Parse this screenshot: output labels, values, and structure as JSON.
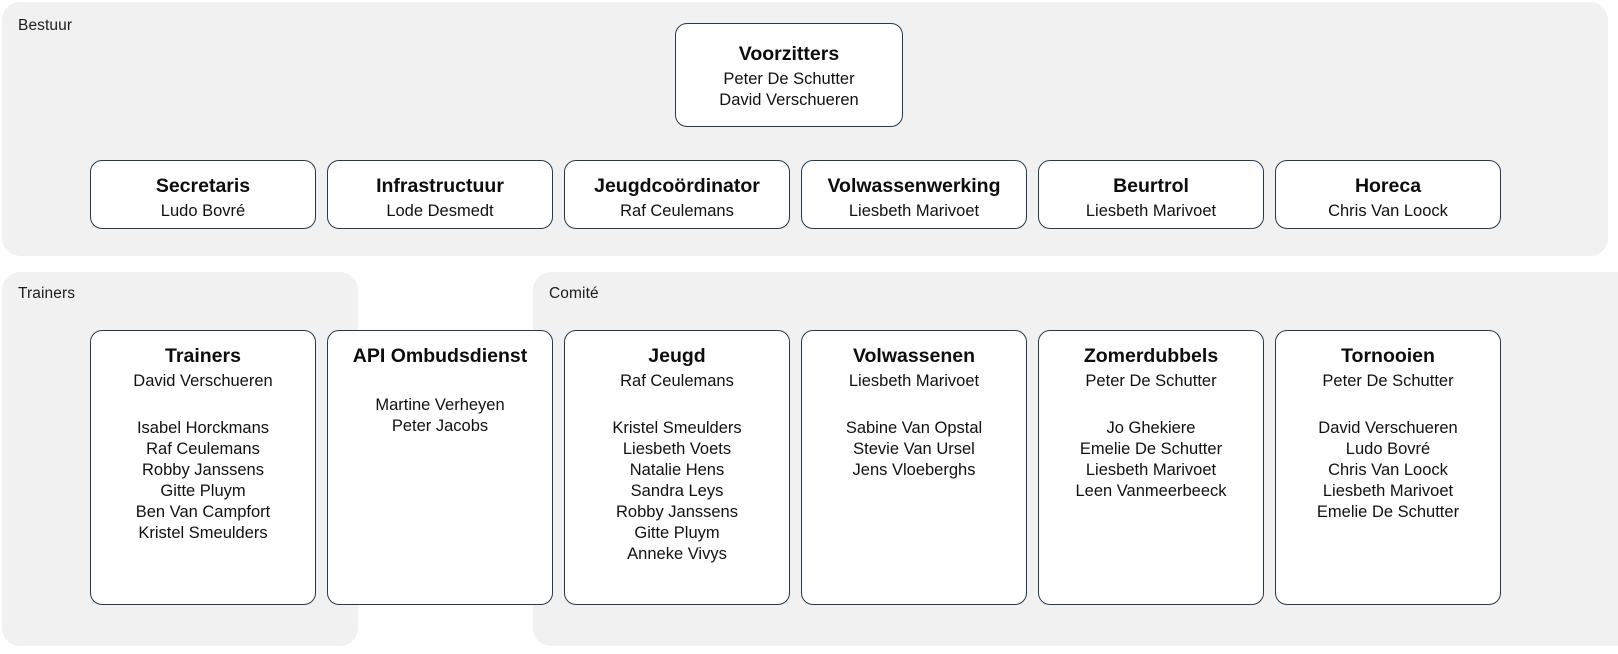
{
  "groups": {
    "bestuur": {
      "label": "Bestuur"
    },
    "trainers": {
      "label": "Trainers"
    },
    "comite": {
      "label": "Comité"
    }
  },
  "colors": {
    "panel_background": "#f1f1f1",
    "card_background": "#ffffff",
    "card_border": "#223b52",
    "text": "#111111",
    "page_background": "#ffffff"
  },
  "cards": {
    "voorzitters": {
      "title": "Voorzitters",
      "lead": "Peter De Schutter",
      "members": [
        "David Verschueren"
      ]
    },
    "secretaris": {
      "title": "Secretaris",
      "lead": "Ludo Bovré",
      "members": []
    },
    "infrastructuur": {
      "title": "Infrastructuur",
      "lead": "Lode Desmedt",
      "members": []
    },
    "jeugdcoordinator": {
      "title": "Jeugdcoördinator",
      "lead": "Raf Ceulemans",
      "members": []
    },
    "volwassenwerking": {
      "title": "Volwassenwerking",
      "lead": "Liesbeth Marivoet",
      "members": []
    },
    "beurtrol": {
      "title": "Beurtrol",
      "lead": "Liesbeth Marivoet",
      "members": []
    },
    "horeca": {
      "title": "Horeca",
      "lead": "Chris Van Loock",
      "members": []
    },
    "trainers": {
      "title": "Trainers",
      "lead": "David Verschueren",
      "members": [
        "Isabel Horckmans",
        "Raf Ceulemans",
        "Robby Janssens",
        "Gitte Pluym",
        "Ben Van Campfort",
        "Kristel Smeulders"
      ]
    },
    "api": {
      "title": "API Ombudsdienst",
      "lead": "",
      "members": [
        "Martine Verheyen",
        "Peter Jacobs"
      ]
    },
    "jeugd": {
      "title": "Jeugd",
      "lead": "Raf Ceulemans",
      "members": [
        "Kristel Smeulders",
        "Liesbeth Voets",
        "Natalie Hens",
        "Sandra Leys",
        "Robby Janssens",
        "Gitte Pluym",
        "Anneke Vivys"
      ]
    },
    "volwassenen": {
      "title": "Volwassenen",
      "lead": "Liesbeth Marivoet",
      "members": [
        "Sabine Van Opstal",
        "Stevie Van Ursel",
        "Jens Vloeberghs"
      ]
    },
    "zomerdubbels": {
      "title": "Zomerdubbels",
      "lead": "Peter De Schutter",
      "members": [
        "Jo Ghekiere",
        "Emelie De Schutter",
        "Liesbeth Marivoet",
        "Leen Vanmeerbeeck"
      ]
    },
    "tornooien": {
      "title": "Tornooien",
      "lead": "Peter De Schutter",
      "members": [
        "David Verschueren",
        "Ludo Bovré",
        "Chris Van Loock",
        "Liesbeth Marivoet",
        "Emelie De Schutter"
      ]
    }
  }
}
